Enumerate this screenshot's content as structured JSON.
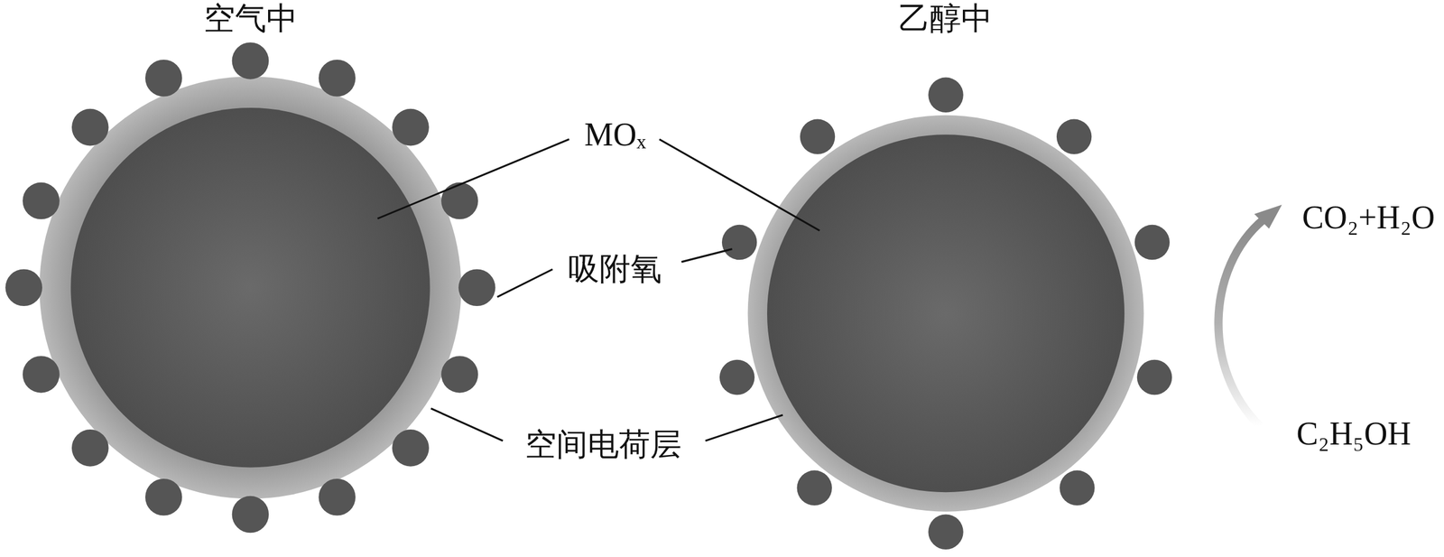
{
  "diagram": {
    "nodes": [
      {
        "text": [
          "空气中"
        ]
      },
      {
        "text": [
          "乙醇中"
        ]
      }
    ],
    "labels": [
      "MOₓ",
      "吸附氧",
      "空间电荷层",
      "CO₂+H₂O",
      "C₂H₅OH"
    ]
  }
}
